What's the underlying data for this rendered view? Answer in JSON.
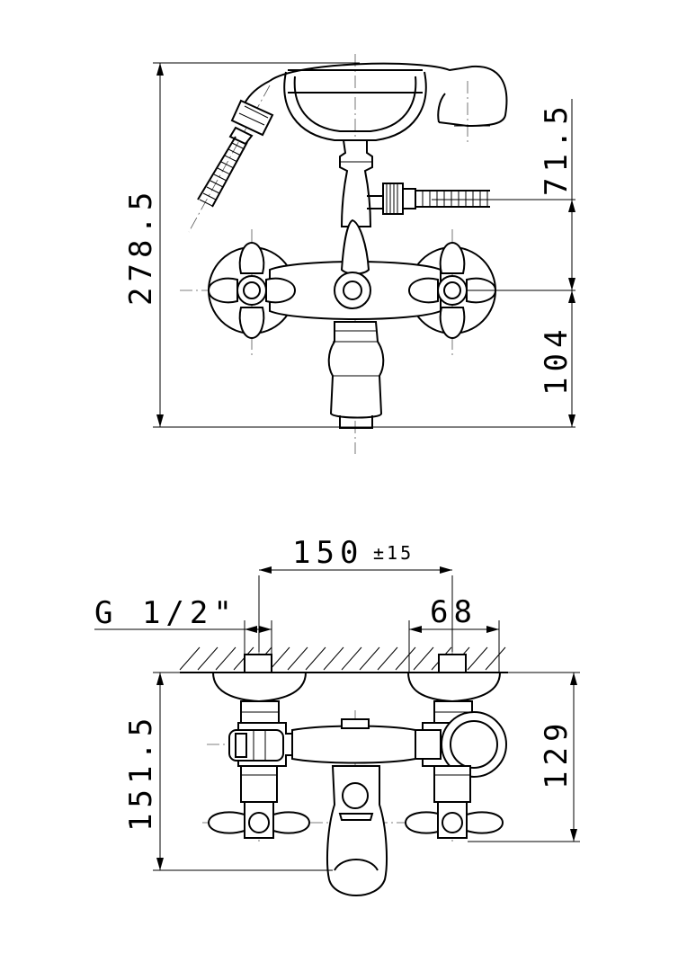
{
  "dimensions": {
    "total_height": "278.5",
    "upper_offset": "71.5",
    "lower_offset": "104",
    "center_distance": "150",
    "center_tolerance": "±15",
    "thread_size": "G 1/2\"",
    "projection": "68",
    "depth_total": "151.5",
    "depth_handle": "129"
  }
}
